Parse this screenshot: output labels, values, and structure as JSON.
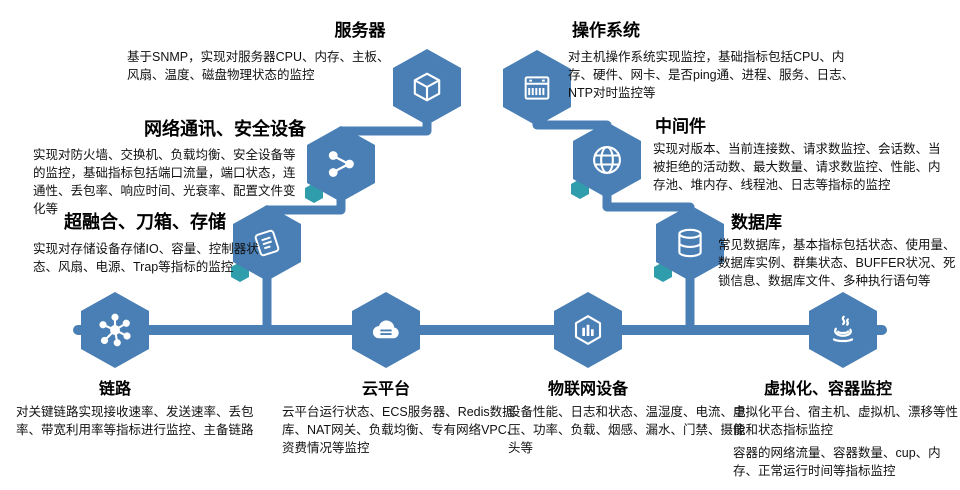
{
  "colors": {
    "accent": "#4a7fb5",
    "accent_teal": "#2f9dab",
    "text": "#111111",
    "background": "#ffffff"
  },
  "nodes": [
    {
      "id": "server",
      "title": "服务器",
      "icon": "cube-icon",
      "desc": "基于SNMP，实现对服务器CPU、内存、主板、风扇、温度、磁盘物理状态的监控"
    },
    {
      "id": "os",
      "title": "操作系统",
      "icon": "server-rack-icon",
      "desc": "对主机操作系统实现监控，基础指标包括CPU、内存、硬件、网卡、是否ping通、进程、服务、日志、NTP对时监控等"
    },
    {
      "id": "network-security",
      "title": "网络通讯、安全设备",
      "icon": "network-nodes-icon",
      "desc": "实现对防火墙、交换机、负载均衡、安全设备等的监控，基础指标包括端口流量，端口状态，连通性、丢包率、响应时间、光衰率、配置文件变化等"
    },
    {
      "id": "middleware",
      "title": "中间件",
      "icon": "globe-icon",
      "desc": "实现对版本、当前连接数、请求数监控、会话数、当被拒绝的活动数、最大数量、请求数监控、性能、内存池、堆内存、线程池、日志等指标的监控"
    },
    {
      "id": "storage",
      "title": "超融合、刀箱、存储",
      "icon": "scroll-icon",
      "desc": "实现对存储设备存储IO、容量、控制器状态、风扇、电源、Trap等指标的监控"
    },
    {
      "id": "database",
      "title": "数据库",
      "icon": "database-icon",
      "desc": "常见数据库，基本指标包括状态、使用量、数据库实例、群集状态、BUFFER状况、死锁信息、数据库文件、多种执行语句等"
    },
    {
      "id": "link",
      "title": "链路",
      "icon": "hub-icon",
      "desc": "对关键链路实现接收速率、发送速率、丢包率、带宽利用率等指标进行监控、主备链路"
    },
    {
      "id": "cloud",
      "title": "云平台",
      "icon": "cloud-icon",
      "desc": "云平台运行状态、ECS服务器、Redis数据库、NAT网关、负载均衡、专有网络VPC、资费情况等监控"
    },
    {
      "id": "iot",
      "title": "物联网设备",
      "icon": "iot-box-icon",
      "desc": "设备性能、日志和状态、温湿度、电流、电压、功率、负载、烟感、漏水、门禁、摄像头等"
    },
    {
      "id": "virtualization",
      "title": "虚拟化、容器监控",
      "icon": "java-icon",
      "desc": "虚拟化平台、宿主机、虚拟机、漂移等性能和状态指标监控",
      "desc2": "容器的网络流量、容器数量、cup、内存、正常运行时间等指标监控"
    }
  ]
}
